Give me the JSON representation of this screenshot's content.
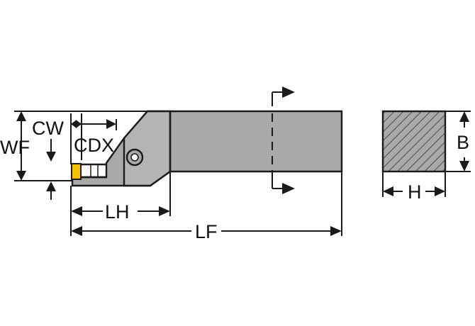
{
  "labels": {
    "cw": "CW",
    "cdx": "CDX",
    "wf": "WF",
    "lh": "LH",
    "lf": "LF",
    "b": "B",
    "h": "H"
  },
  "colors": {
    "body_fill": "#a9a9a9",
    "insert_fill": "#f2c200",
    "line": "#1a1a1a",
    "section_bg": "#a9a9a9"
  }
}
